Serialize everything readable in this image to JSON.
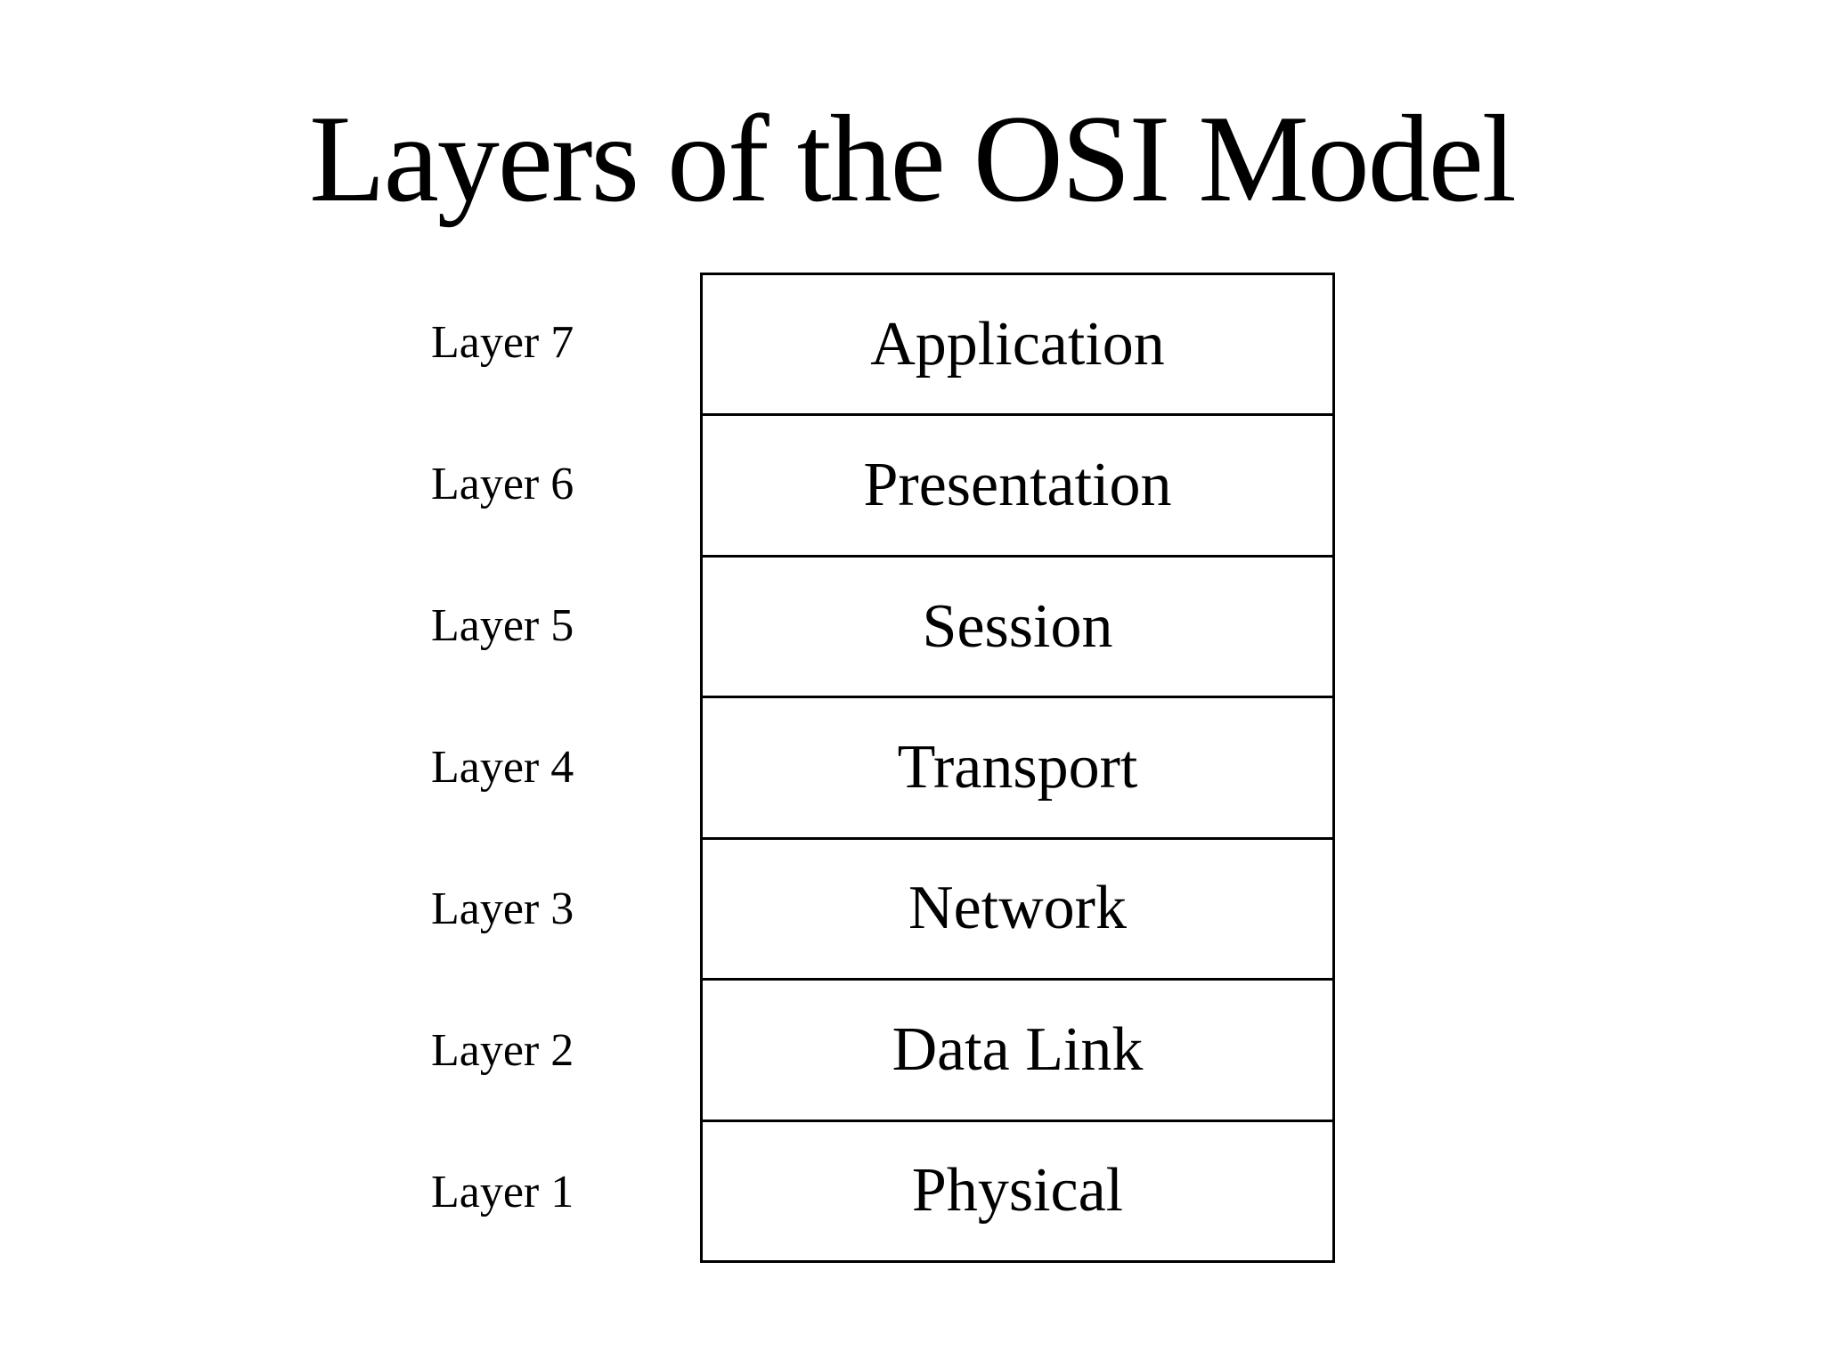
{
  "title": "Layers of the OSI Model",
  "colors": {
    "background": "#ffffff",
    "text": "#000000",
    "box_border": "#000000",
    "box_fill": "#ffffff"
  },
  "diagram": {
    "layers": [
      {
        "layer_label": "Layer 7",
        "name": "Application"
      },
      {
        "layer_label": "Layer 6",
        "name": "Presentation"
      },
      {
        "layer_label": "Layer 5",
        "name": "Session"
      },
      {
        "layer_label": "Layer 4",
        "name": "Transport"
      },
      {
        "layer_label": "Layer 3",
        "name": "Network"
      },
      {
        "layer_label": "Layer 2",
        "name": "Data Link"
      },
      {
        "layer_label": "Layer 1",
        "name": "Physical"
      }
    ]
  }
}
